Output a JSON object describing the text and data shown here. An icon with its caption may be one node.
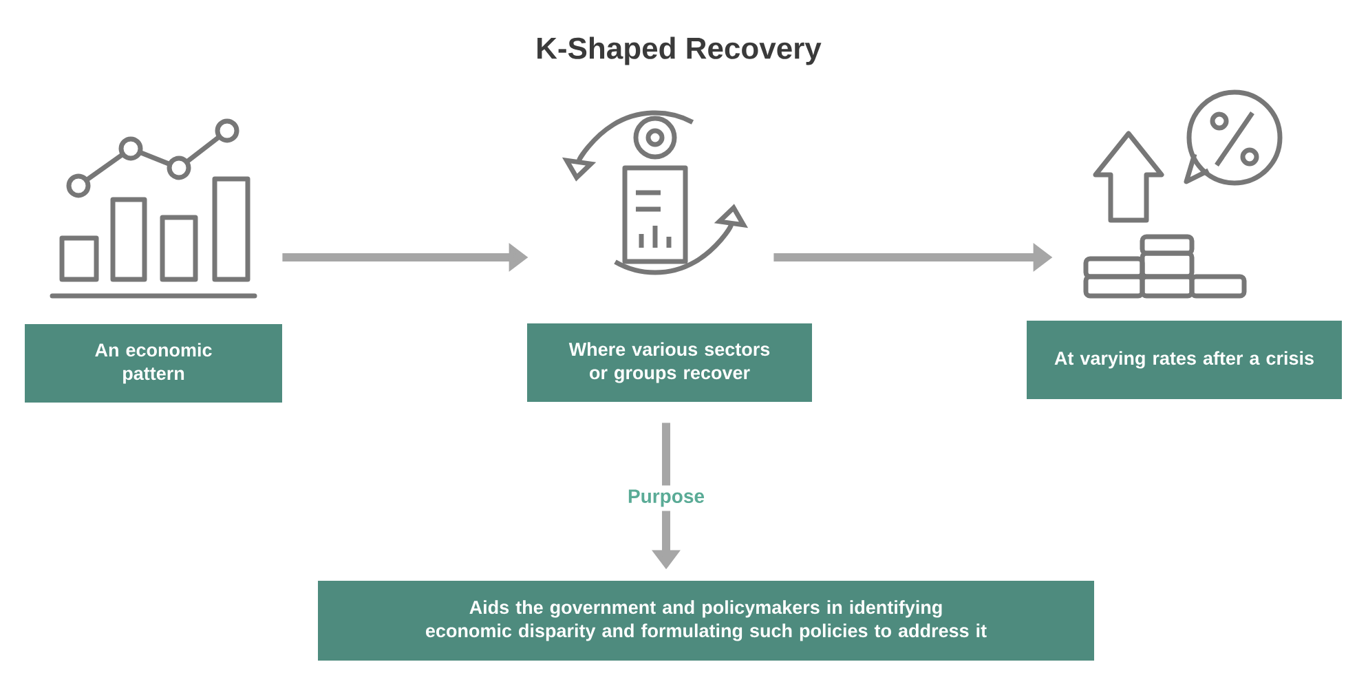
{
  "diagram": {
    "title": "K-Shaped Recovery",
    "nodes": [
      {
        "text": [],
        "shape": "picture"
      },
      {
        "text": [
          "An economic pattern"
        ]
      },
      {
        "text": [],
        "shape": "picture"
      },
      {
        "text": [
          "Where various sectors or groups recover"
        ]
      },
      {
        "text": [],
        "shape": "picture"
      },
      {
        "text": [
          "At varying rates after a crisis"
        ]
      },
      {
        "text": [
          "Aids the government and policymakers in identifying economic disparity and formulating such policies to address it"
        ]
      }
    ],
    "edges": [
      {
        "from": 0,
        "to": 2,
        "arrow": "to"
      },
      {
        "from": 2,
        "to": 4,
        "arrow": "to"
      },
      {
        "from": 3,
        "to": 6,
        "arrow": "to",
        "label": "Purpose"
      }
    ]
  }
}
